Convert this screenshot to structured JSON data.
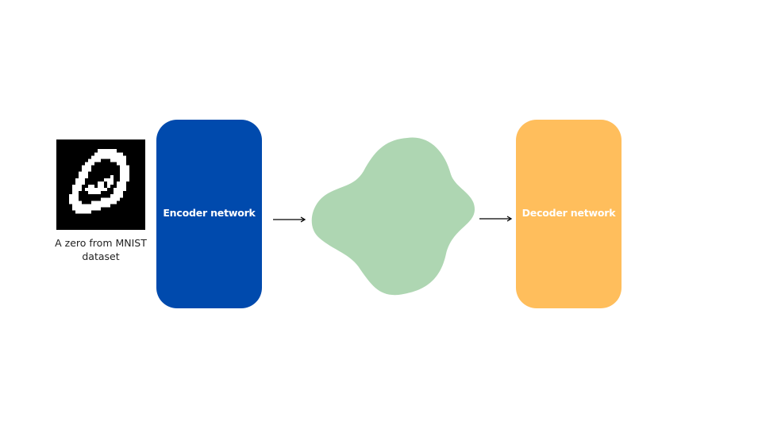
{
  "input": {
    "caption": "A zero from MNIST dataset",
    "icon": "mnist-digit-zero-image"
  },
  "encoder": {
    "label": "Encoder network",
    "color": "#004AAD",
    "text_color": "#FFFFFF"
  },
  "latent": {
    "icon": "latent-space-blob",
    "color": "#AED6B2"
  },
  "decoder": {
    "label": "Decoder network",
    "color": "#FFBE5C",
    "text_color": "#FFFFFF"
  },
  "arrows": {
    "color": "#000000",
    "icon": "right-arrow-icon"
  }
}
